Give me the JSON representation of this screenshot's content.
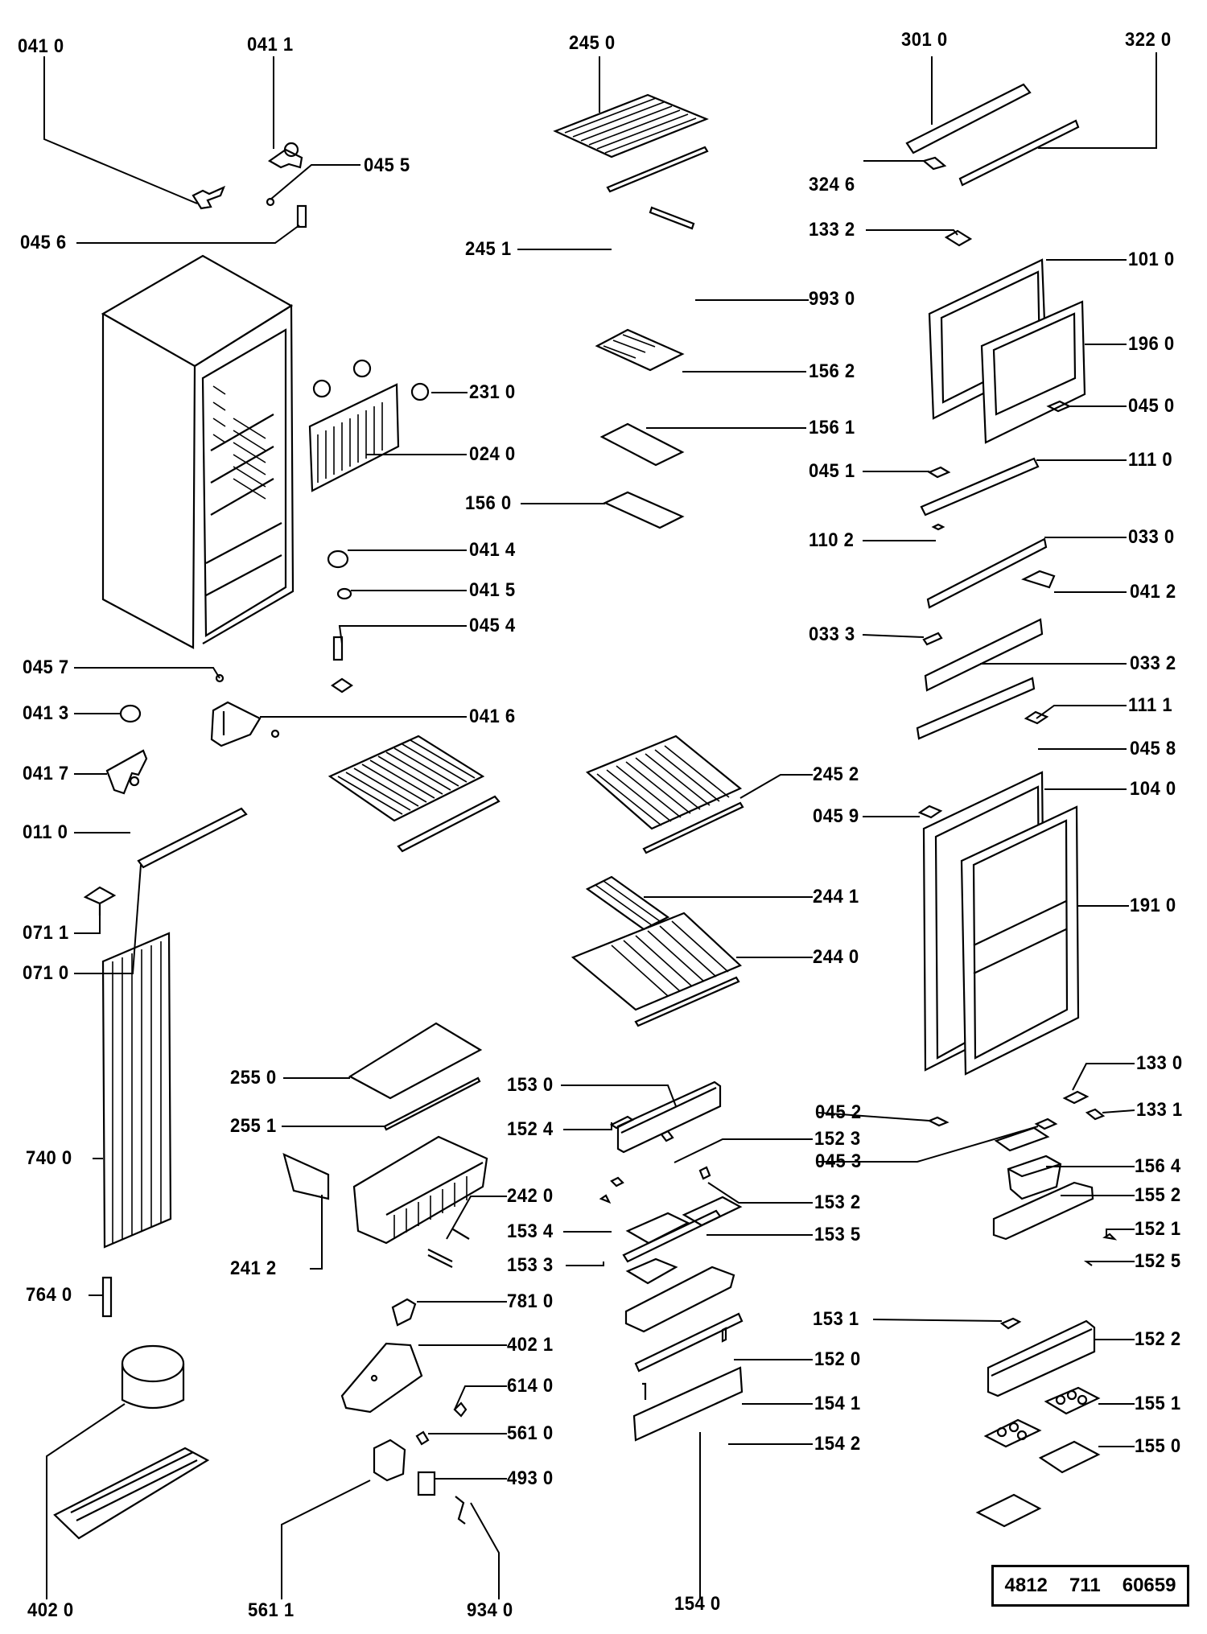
{
  "document_number": {
    "part1": "4812",
    "part2": "711",
    "part3": "60659"
  },
  "labels": {
    "l0410": "041 0",
    "l0411": "041 1",
    "l0455": "045 5",
    "l0456": "045 6",
    "l2450": "245 0",
    "l2451": "245 1",
    "l3010": "301 0",
    "l3220": "322 0",
    "l3246": "324 6",
    "l1332": "133 2",
    "l1010": "101 0",
    "l9930": "993 0",
    "l1960": "196 0",
    "l1562": "156 2",
    "l2310": "231 0",
    "l0450": "045 0",
    "l1561": "156 1",
    "l0240": "024 0",
    "l0451": "045 1",
    "l1110": "111 0",
    "l1560": "156 0",
    "l1102": "110 2",
    "l0330": "033 0",
    "l0414": "041 4",
    "l0412": "041 2",
    "l0415": "041 5",
    "l0454": "045 4",
    "l0333": "033 3",
    "l0332": "033 2",
    "l0457": "045 7",
    "l1111": "111 1",
    "l0413": "041 3",
    "l0416": "041 6",
    "l0458": "045 8",
    "l0417": "041 7",
    "l2452": "245 2",
    "l1040": "104 0",
    "l0459": "045 9",
    "l0110": "011 0",
    "l2441": "244 1",
    "l1910": "191 0",
    "l0711": "071 1",
    "l2440": "244 0",
    "l0710": "071 0",
    "l2550": "255 0",
    "l1330": "133 0",
    "l1530": "153 0",
    "l0452": "045 2",
    "l2551": "255 1",
    "l1524": "152 4",
    "l1331": "133 1",
    "l1523": "152 3",
    "l7400": "740 0",
    "l0453": "045 3",
    "l1564": "156 4",
    "l2420": "242 0",
    "l1532": "153 2",
    "l1552": "155 2",
    "l1534": "153 4",
    "l1535": "153 5",
    "l2412": "241 2",
    "l1533": "153 3",
    "l1525": "152 5",
    "l1521": "152 1",
    "l7640": "764 0",
    "l7810": "781 0",
    "l1531": "153 1",
    "l1522": "152 2",
    "l4021": "402 1",
    "l1520": "152 0",
    "l6140": "614 0",
    "l1541": "154 1",
    "l1551": "155 1",
    "l5610": "561 0",
    "l1542": "154 2",
    "l1550": "155 0",
    "l4930": "493 0",
    "l4020": "402 0",
    "l5611": "561 1",
    "l9340": "934 0",
    "l1540": "154 0"
  }
}
